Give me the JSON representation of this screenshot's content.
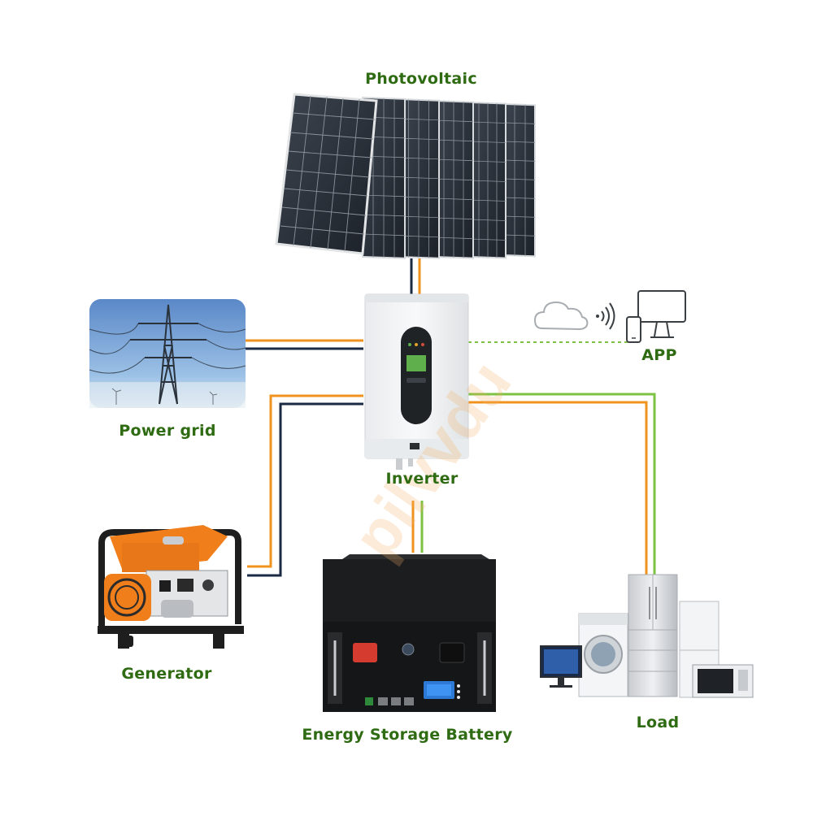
{
  "labels": {
    "photovoltaic": "Photovoltaic",
    "power_grid": "Power grid",
    "inverter": "Inverter",
    "app": "APP",
    "generator": "Generator",
    "battery": "Energy Storage Battery",
    "load": "Load"
  },
  "watermark": "pilvvdu",
  "colors": {
    "label_green": "#2e6b12",
    "wire_orange": "#f0931e",
    "wire_navy": "#1b2a44",
    "wire_green": "#7dc242",
    "wifi_dash": "#7dc242"
  },
  "icons": [
    "solar-panels-image",
    "inverter-image",
    "power-grid-image",
    "generator-image",
    "battery-image",
    "appliances-image",
    "cloud-icon",
    "wifi-signal-icon",
    "phone-icon",
    "monitor-icon"
  ]
}
